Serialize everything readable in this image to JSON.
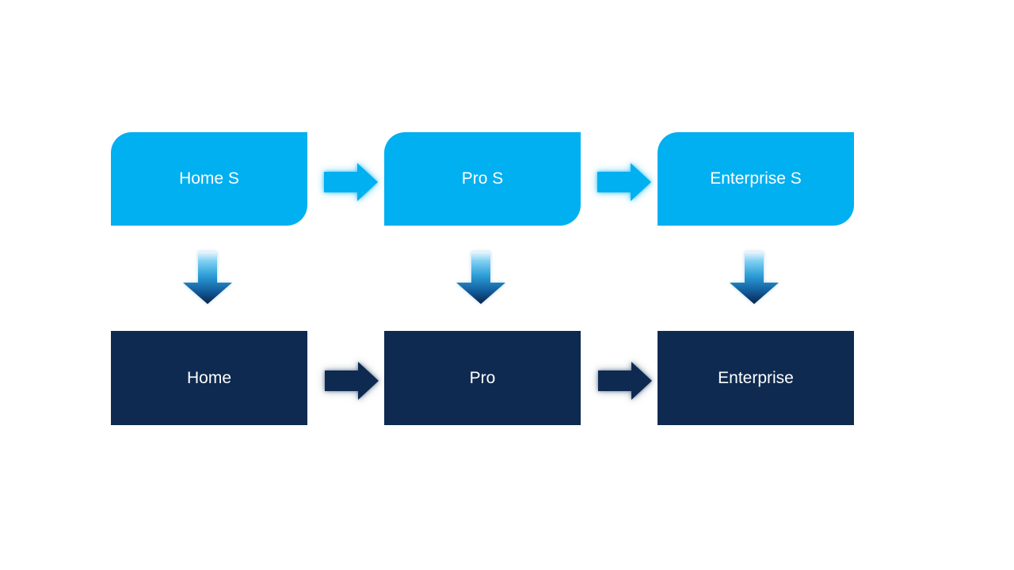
{
  "slide": {
    "background_color": "#FFFFFF",
    "colors": {
      "light_blue": "#00B0F0",
      "dark_navy": "#0E2A50",
      "label_text": "#FFFFFF"
    },
    "top_row": [
      {
        "label": "Home S"
      },
      {
        "label": "Pro S"
      },
      {
        "label": "Enterprise S"
      }
    ],
    "bottom_row": [
      {
        "label": "Home"
      },
      {
        "label": "Pro"
      },
      {
        "label": "Enterprise"
      }
    ],
    "connections": [
      {
        "from": "Home S",
        "to": "Pro S",
        "arrow": "right",
        "color": "#00B0F0"
      },
      {
        "from": "Pro S",
        "to": "Enterprise S",
        "arrow": "right",
        "color": "#00B0F0"
      },
      {
        "from": "Home S",
        "to": "Home",
        "arrow": "down",
        "style": "light-to-dark-gradient"
      },
      {
        "from": "Pro S",
        "to": "Pro",
        "arrow": "down",
        "style": "light-to-dark-gradient"
      },
      {
        "from": "Enterprise S",
        "to": "Enterprise",
        "arrow": "down",
        "style": "light-to-dark-gradient"
      },
      {
        "from": "Home",
        "to": "Pro",
        "arrow": "right",
        "color": "#0E2A50"
      },
      {
        "from": "Pro",
        "to": "Enterprise",
        "arrow": "right",
        "color": "#0E2A50"
      }
    ]
  }
}
